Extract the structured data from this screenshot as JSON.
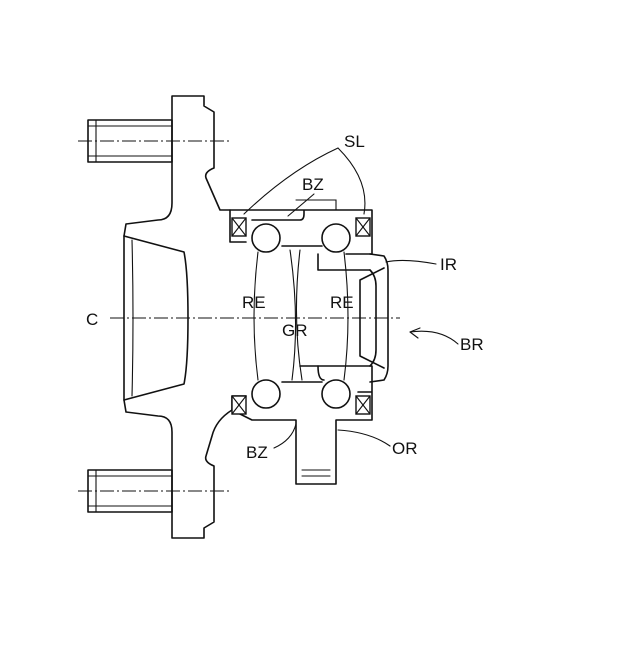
{
  "diagram": {
    "labels": {
      "sl": "SL",
      "bz_top": "BZ",
      "ir": "IR",
      "re_left": "RE",
      "re_right": "RE",
      "c": "C",
      "gr": "GR",
      "br": "BR",
      "bz_bottom": "BZ",
      "or": "OR"
    }
  }
}
